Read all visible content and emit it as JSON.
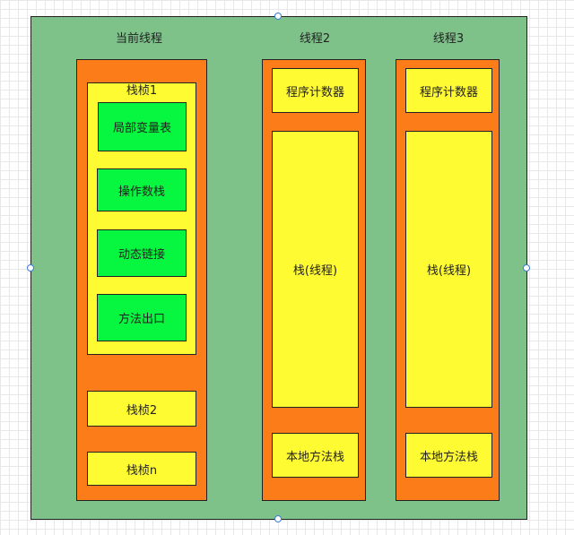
{
  "colors": {
    "container_fill": "#7ec28a",
    "column_fill": "#fb7c19",
    "frame_fill": "#fffb33",
    "inner_fill": "#07f63f",
    "border": "#222222",
    "handle_border": "#3a7bd5"
  },
  "threads": {
    "current": {
      "title": "当前线程",
      "frame1": {
        "label": "栈桢1",
        "items": [
          "局部变量表",
          "操作数栈",
          "动态链接",
          "方法出口"
        ]
      },
      "frame2": "栈桢2",
      "frame_n": "栈桢n"
    },
    "thread2": {
      "title": "线程2",
      "pc": "程序计数器",
      "stack": "栈(线程)",
      "native": "本地方法栈"
    },
    "thread3": {
      "title": "线程3",
      "pc": "程序计数器",
      "stack": "栈(线程)",
      "native": "本地方法栈"
    }
  }
}
